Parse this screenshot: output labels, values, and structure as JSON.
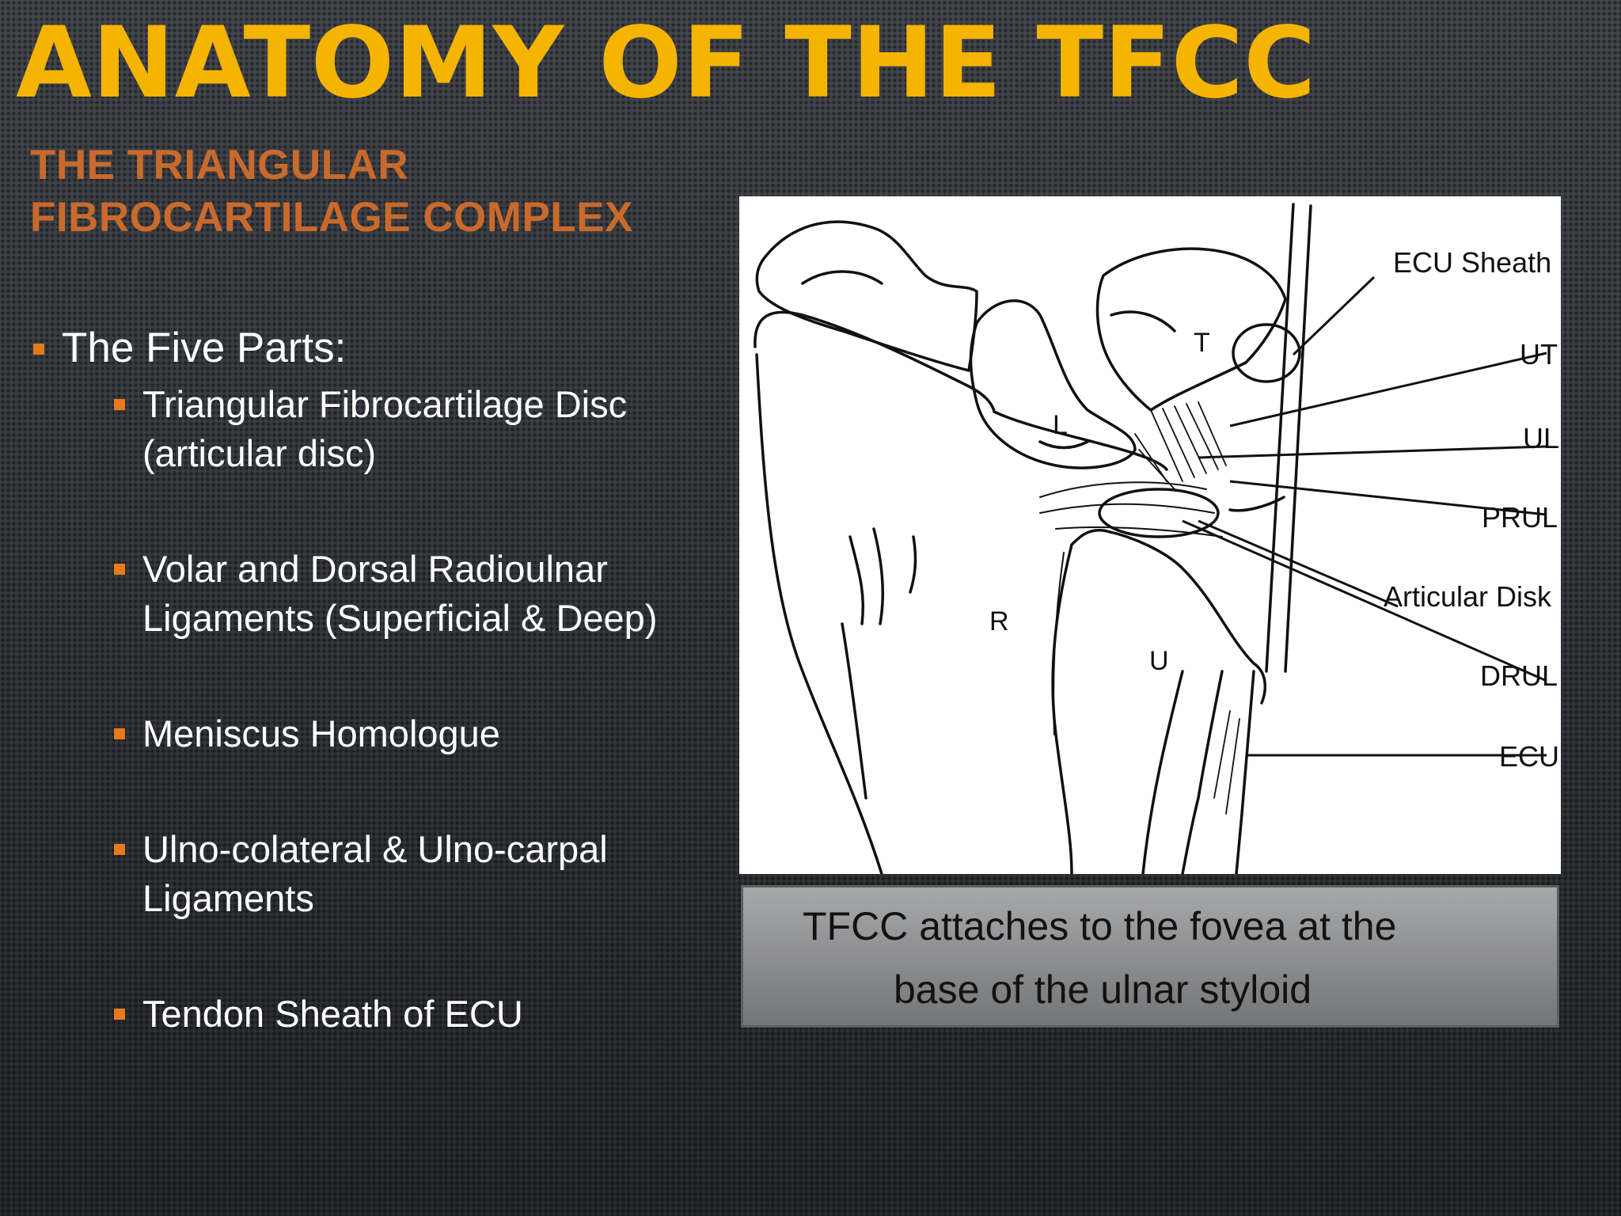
{
  "slide": {
    "title": "ANATOMY OF THE TFCC",
    "subtitle_line1": "THE TRIANGULAR",
    "subtitle_line2": "FIBROCARTILAGE COMPLEX",
    "main_bullet": "The Five Parts:",
    "parts": [
      {
        "line1": "Triangular Fibrocartilage Disc",
        "line2": "(articular disc)"
      },
      {
        "line1": "Volar and Dorsal Radioulnar",
        "line2": "Ligaments (Superficial & Deep)"
      },
      {
        "line1": "Meniscus Homologue",
        "line2": ""
      },
      {
        "line1": "Ulno-colateral & Ulno-carpal",
        "line2": "Ligaments"
      },
      {
        "line1": "Tendon Sheath of ECU",
        "line2": ""
      }
    ]
  },
  "figure": {
    "labels": {
      "ecu_sheath": "ECU Sheath",
      "ut": "UT",
      "ul": "UL",
      "prul": "PRUL",
      "articular_disk": "Articular Disk",
      "drul": "DRUL",
      "ecu": "ECU"
    },
    "letters": {
      "t": "T",
      "l": "L",
      "r": "R",
      "u": "U"
    }
  },
  "caption": {
    "line1": "TFCC attaches to the fovea at the",
    "line2": "base of the ulnar styloid"
  },
  "colors": {
    "title": "#f5b400",
    "subtitle": "#c96a2c",
    "bullet_marker": "#e77b1b",
    "background": "#33363b"
  }
}
